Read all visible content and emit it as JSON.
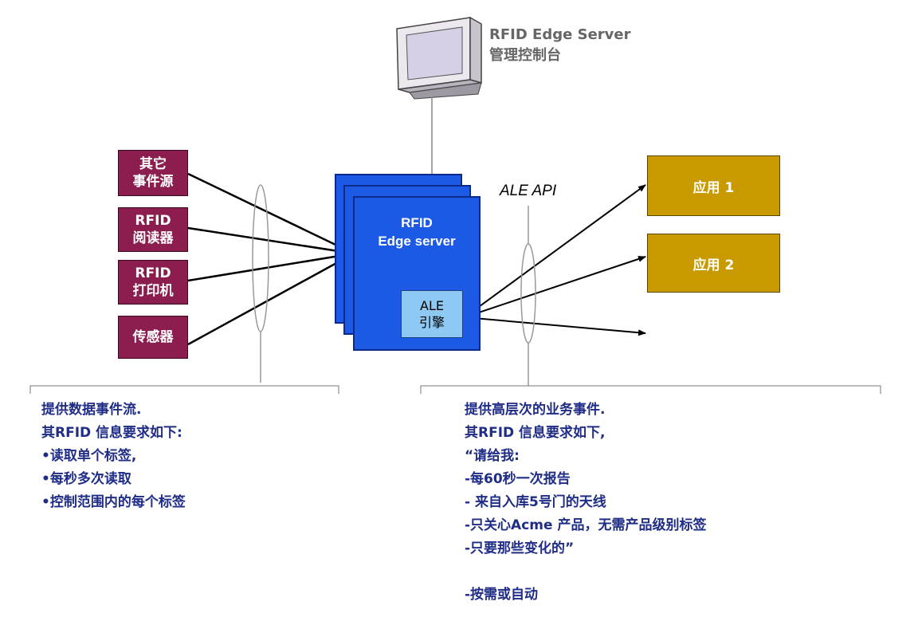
{
  "management": {
    "title": "RFID Edge Server",
    "subtitle": "管理控制台"
  },
  "sources": [
    {
      "line1": "其它",
      "line2": "事件源"
    },
    {
      "line1": "RFID",
      "line2": "阅读器"
    },
    {
      "line1": "RFID",
      "line2": "打印机"
    },
    {
      "line1": "传感器",
      "line2": ""
    }
  ],
  "server": {
    "line1": "RFID",
    "line2": "Edge server",
    "engine_line1": "ALE",
    "engine_line2": "引擎"
  },
  "api_label": "ALE API",
  "apps": [
    {
      "label": "应用 1"
    },
    {
      "label": "应用 2"
    }
  ],
  "left_text": [
    "提供数据事件流.",
    "其RFID 信息要求如下:",
    "•读取单个标签,",
    "•每秒多次读取",
    "•控制范围内的每个标签"
  ],
  "right_text": [
    "提供高层次的业务事件.",
    "其RFID 信息要求如下,",
    "“请给我:",
    "-每60秒一次报告",
    "- 来自入库5号门的天线",
    "-只关心Acme 产品，无需产品级别标签",
    "-只要那些变化的”",
    "",
    "-按需或自动"
  ]
}
